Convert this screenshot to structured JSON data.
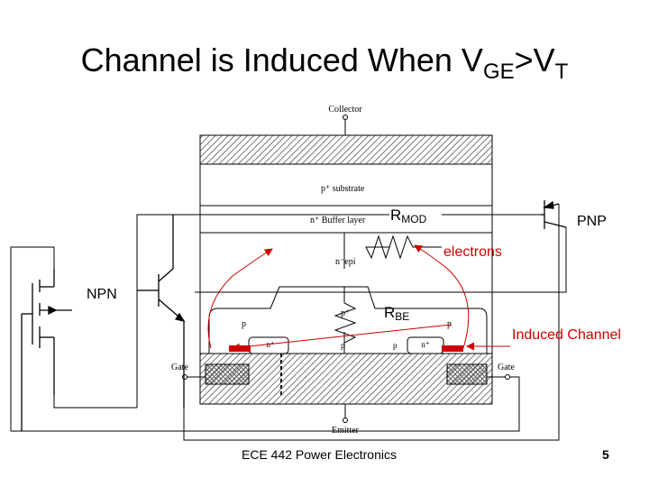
{
  "title": {
    "main": "Channel is Induced When V",
    "sub1": "GE",
    "mid": ">V",
    "sub2": "T"
  },
  "labels": {
    "collector": "Collector",
    "substrate": "p⁺ substrate",
    "buffer": "n⁺ Buffer layer",
    "nepi": "n⁻epi",
    "rmod_main": "R",
    "rmod_sub": "MOD",
    "pnp": "PNP",
    "npn": "NPN",
    "electrons": "electrons",
    "rbe_main": "R",
    "rbe_sub": "BE",
    "induced_channel": "Induced Channel",
    "p_left": "p",
    "p_plus": "p⁺",
    "p_right": "p",
    "n_plus_left": "n⁺",
    "n_plus_right": "n⁺",
    "p_lower_left": "p",
    "p_lower_right": "p",
    "gate_left": "Gate",
    "gate_right": "Gate",
    "emitter": "Emitter"
  },
  "footer": {
    "course": "ECE 442 Power Electronics",
    "page": "5"
  },
  "colors": {
    "accent": "#cc0000",
    "line": "#000000",
    "hatch": "#555555"
  }
}
